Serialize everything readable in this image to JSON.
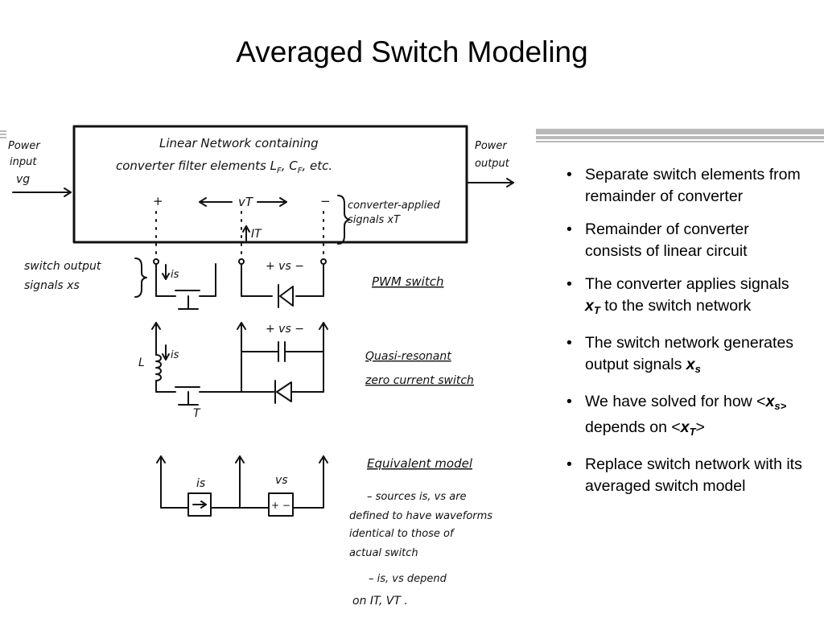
{
  "slide": {
    "title": "Averaged Switch Modeling"
  },
  "sketch": {
    "top_box": {
      "line1": "Linear Network containing",
      "line2": "converter filter elements L",
      "sub_f": "F",
      "sep": ", C",
      "sub_f2": "F",
      "etc": ", etc."
    },
    "power_input": [
      "Power",
      "input",
      "vg"
    ],
    "power_output": [
      "Power",
      "output"
    ],
    "vt_plus": "+",
    "vt_label": "vT",
    "vt_minus": "−",
    "it_label": "IT",
    "converter_applied": [
      "converter-applied",
      "signals xT"
    ],
    "switch_output": [
      "switch output",
      "signals xs"
    ],
    "is_label": "is",
    "vs_label": "+ vs −",
    "pwm_label": "PWM switch",
    "l_label": "L",
    "is_label2": "is",
    "vs_label2": "+ vs −",
    "qr_label": [
      "Quasi-resonant",
      "zero current switch"
    ],
    "t_label": "T",
    "eq_is": "is",
    "eq_vs": "vs",
    "eq_vs_src": "+ −",
    "eq_title": "Equivalent model",
    "eq_notes": [
      "– sources is, vs are",
      "defined to have waveforms",
      "identical to those of",
      "actual switch",
      "–     is, vs  depend",
      "on IT, VT ."
    ]
  },
  "bullets": [
    {
      "text": "Separate switch elements from remainder of converter"
    },
    {
      "text": "Remainder of converter consists of linear circuit"
    },
    {
      "pre": "The converter applies signals ",
      "sym": "x",
      "sub": "T",
      "post": " to the switch network"
    },
    {
      "pre": "The switch network generates output signals ",
      "sym": "x",
      "sub": "s",
      "post": ""
    },
    {
      "pre": "We have solved for how <",
      "sym": "x",
      "sub": "s>",
      "mid": " depends on <",
      "sym2": "x",
      "sub2": "T",
      "post": ">"
    },
    {
      "text": "Replace switch network with its averaged switch model"
    }
  ],
  "colors": {
    "rule": "#b9b9b9",
    "ink": "#111111"
  }
}
